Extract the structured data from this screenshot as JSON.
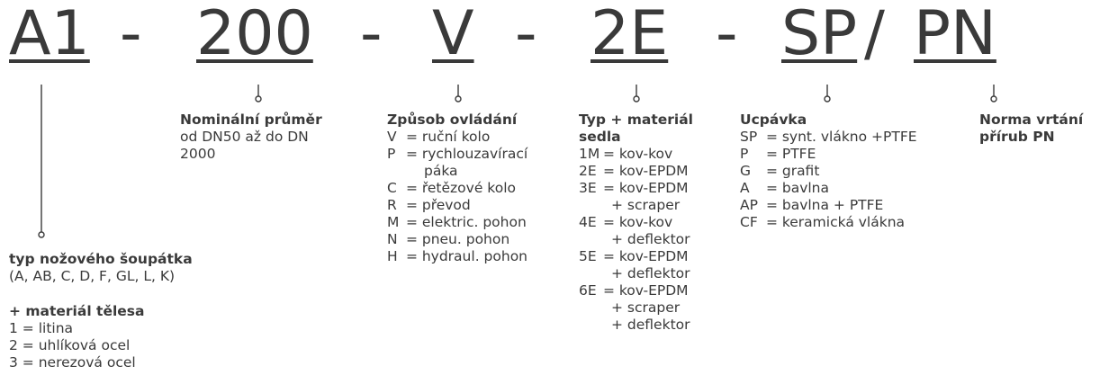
{
  "codes": {
    "type": "A1",
    "sep1": "-",
    "dn": "200",
    "sep2": "-",
    "operation": "V",
    "sep3": "-",
    "seat": "2E",
    "sep4": "-",
    "packing": "SP",
    "slash": "/",
    "pn": "PN"
  },
  "nominal": {
    "title": "Nominální průměr",
    "lines": [
      "od DN50 až do DN",
      "2000"
    ]
  },
  "operation": {
    "title": "Způsob ovládání",
    "items": [
      {
        "code": "V",
        "text": "= ruční kolo"
      },
      {
        "code": "P",
        "text": "= rychlouzavírací",
        "cont": "páka"
      },
      {
        "code": "C",
        "text": "= řetězové kolo"
      },
      {
        "code": "R",
        "text": "= převod"
      },
      {
        "code": "M",
        "text": "= elektric. pohon"
      },
      {
        "code": "N",
        "text": "= pneu. pohon"
      },
      {
        "code": "H",
        "text": "= hydraul. pohon"
      }
    ]
  },
  "seat": {
    "title_line1": "Typ + materiál",
    "title_line2": "sedla",
    "items": [
      {
        "code": "1M",
        "text": "= kov-kov"
      },
      {
        "code": "2E",
        "text": "= kov-EPDM"
      },
      {
        "code": "3E",
        "text": "= kov-EPDM",
        "extra": [
          "+ scraper"
        ]
      },
      {
        "code": "4E",
        "text": "= kov-kov",
        "extra": [
          "+ deflektor"
        ]
      },
      {
        "code": "5E",
        "text": "= kov-EPDM",
        "extra": [
          "+ deflektor"
        ]
      },
      {
        "code": "6E",
        "text": "= kov-EPDM",
        "extra": [
          "+ scraper",
          "+ deflektor"
        ]
      }
    ]
  },
  "packing": {
    "title": "Ucpávka",
    "items": [
      {
        "code": "SP",
        "text": "= synt. vlákno +PTFE"
      },
      {
        "code": "P",
        "text": "= PTFE"
      },
      {
        "code": "G",
        "text": "= grafit"
      },
      {
        "code": "A",
        "text": "= bavlna"
      },
      {
        "code": "AP",
        "text": "= bavlna + PTFE"
      },
      {
        "code": "CF",
        "text": "= keramická vlákna"
      }
    ]
  },
  "pn": {
    "title_line1": "Norma vrtání",
    "title_line2": "přírub PN"
  },
  "valve_type": {
    "title": "typ nožového šoupátka",
    "subtitle": "(A, AB, C, D, F, GL, L, K)",
    "material_title": "+ materiál tělesa",
    "materials": [
      "1 = litina",
      "2 = uhlíková ocel",
      "3 = nerezová ocel"
    ]
  },
  "colors": {
    "text": "#3a3a3a",
    "line": "#3a3a3a",
    "background": "#ffffff"
  }
}
